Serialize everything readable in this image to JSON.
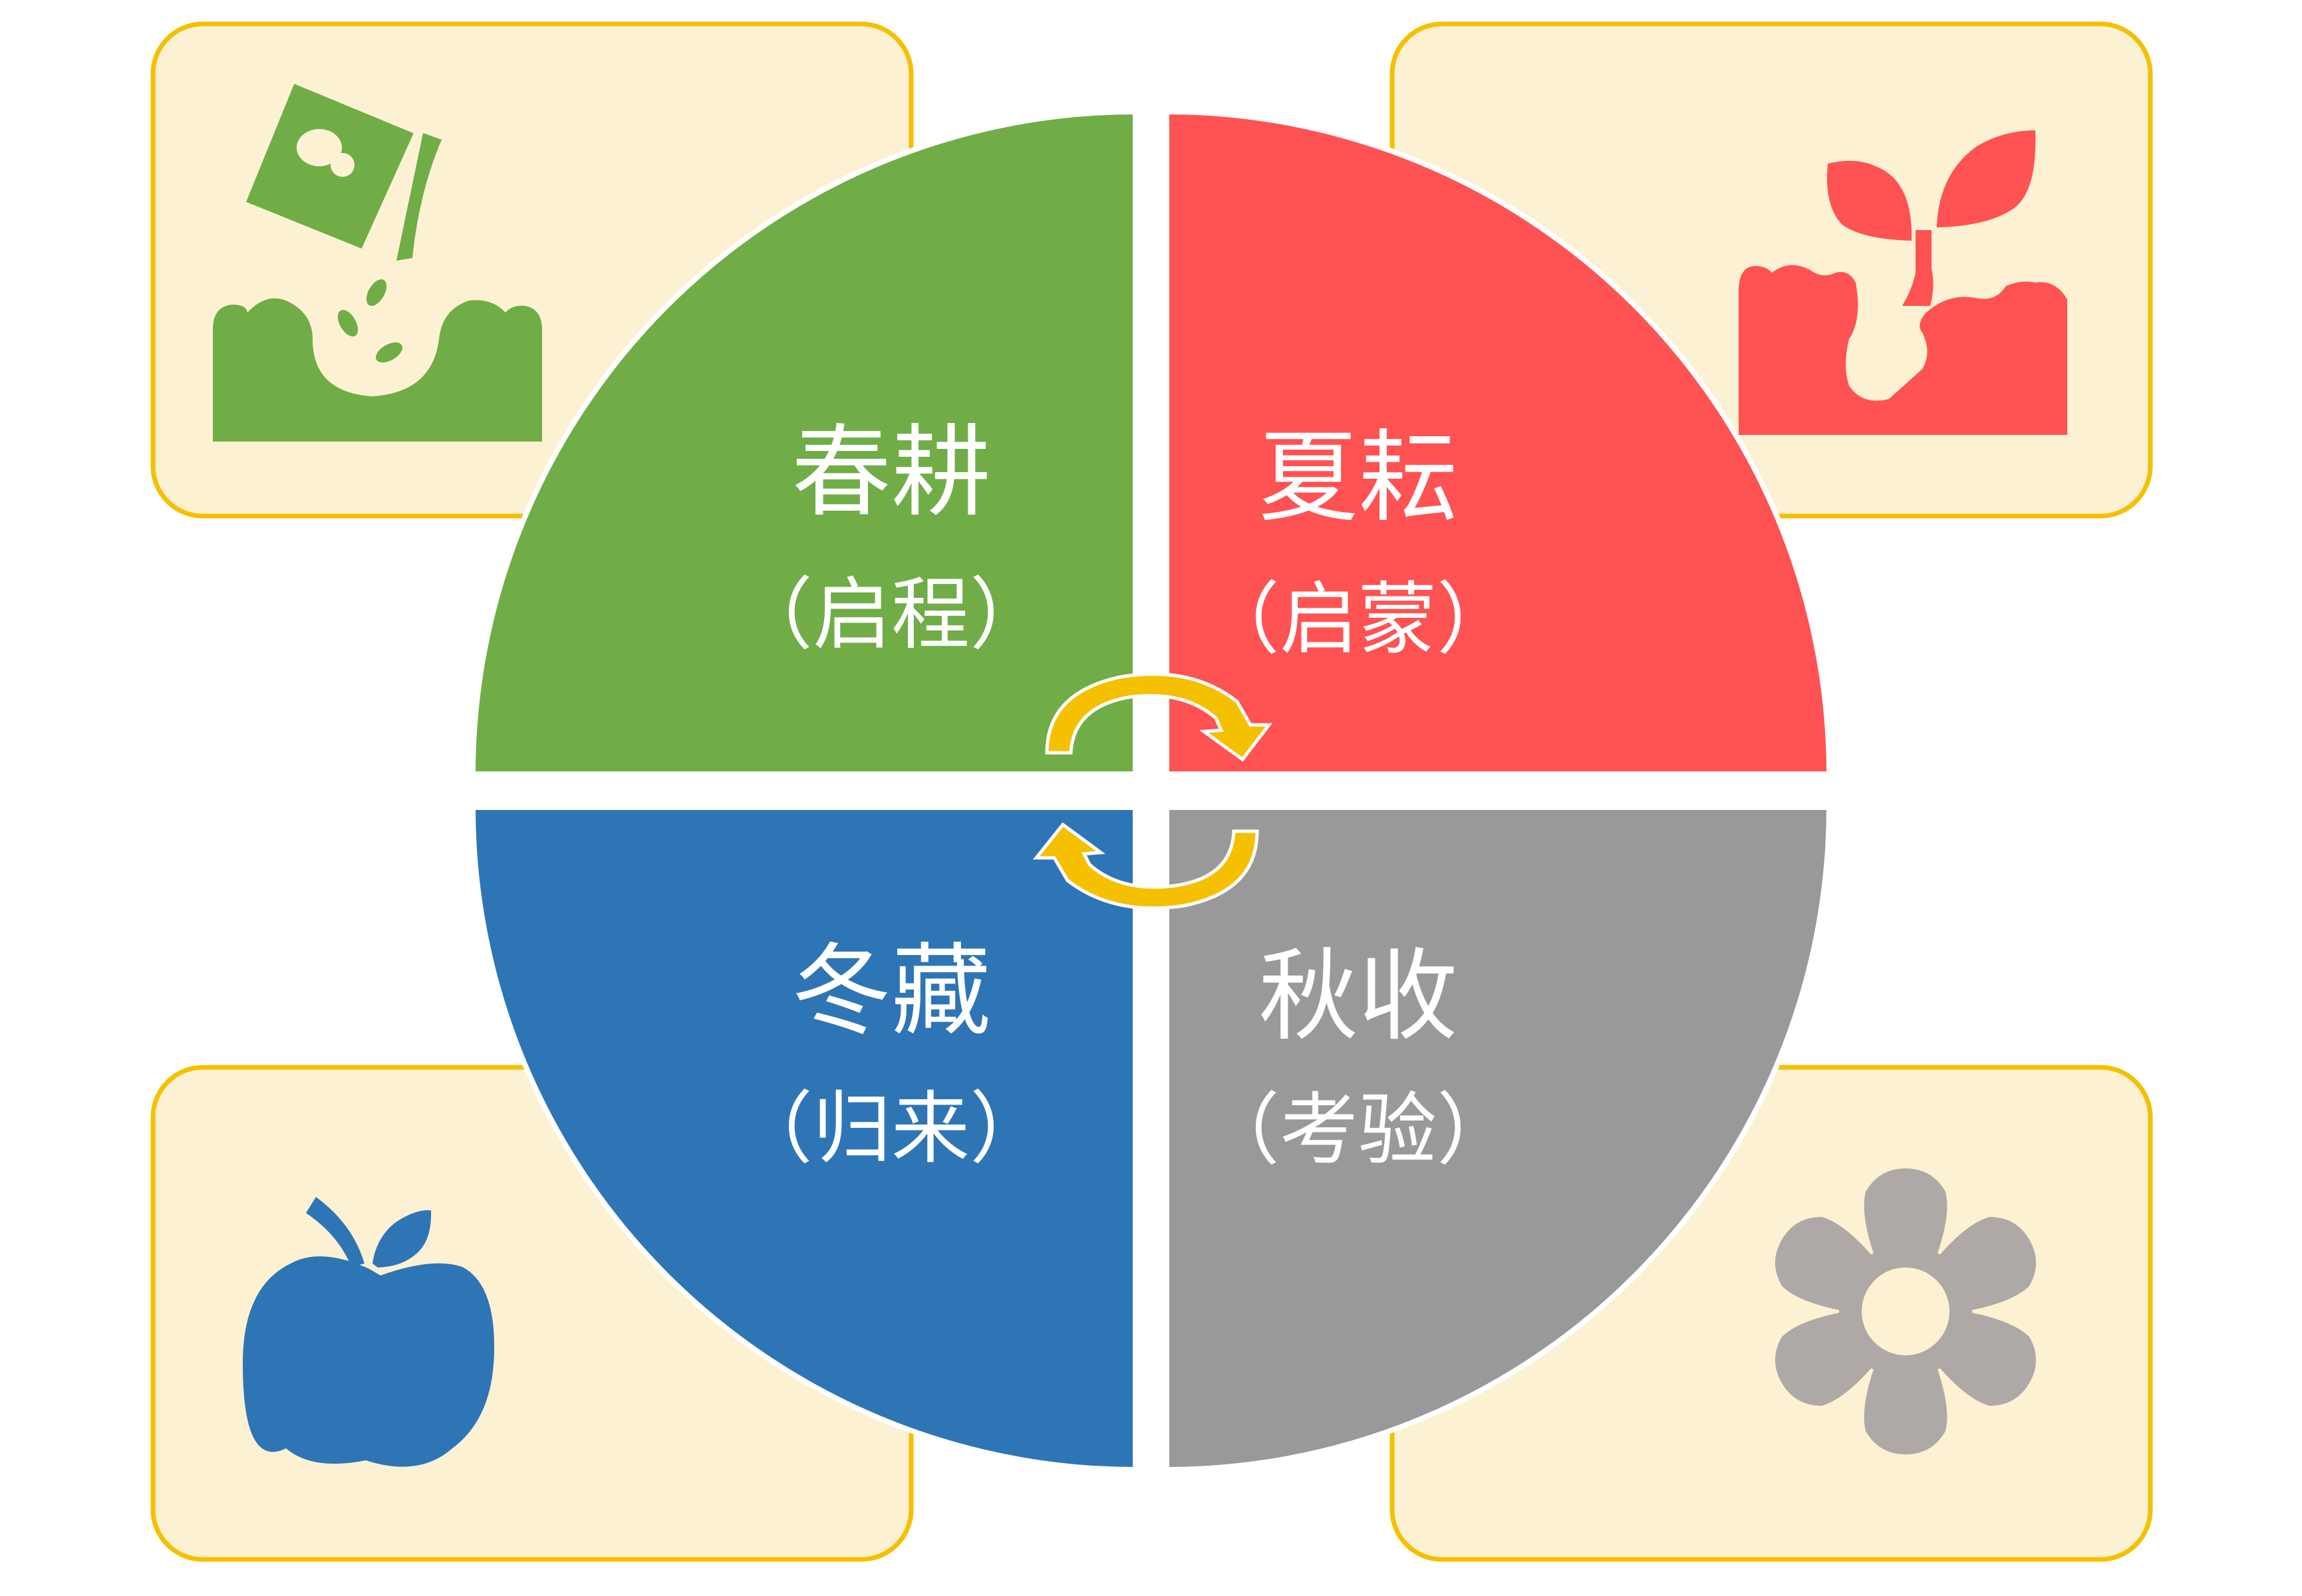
{
  "quadrants": {
    "spring": {
      "title": "春耕",
      "subtitle": "（启程）",
      "color": "#70AD47",
      "icon": "sowing-seeds-icon"
    },
    "summer": {
      "title": "夏耘",
      "subtitle": "（启蒙）",
      "color": "#FF5252",
      "icon": "sprout-icon"
    },
    "autumn": {
      "title": "秋收",
      "subtitle": "（考验）",
      "color": "#999999",
      "icon": "flower-icon"
    },
    "winter": {
      "title": "冬藏",
      "subtitle": "（归来）",
      "color": "#2E75B6",
      "icon": "apple-icon"
    }
  },
  "colors": {
    "card_fill": "#FDF1D3",
    "card_border": "#F5C000",
    "cycle_arrow": "#F5C000",
    "flower_icon": "#AEA9A7"
  }
}
